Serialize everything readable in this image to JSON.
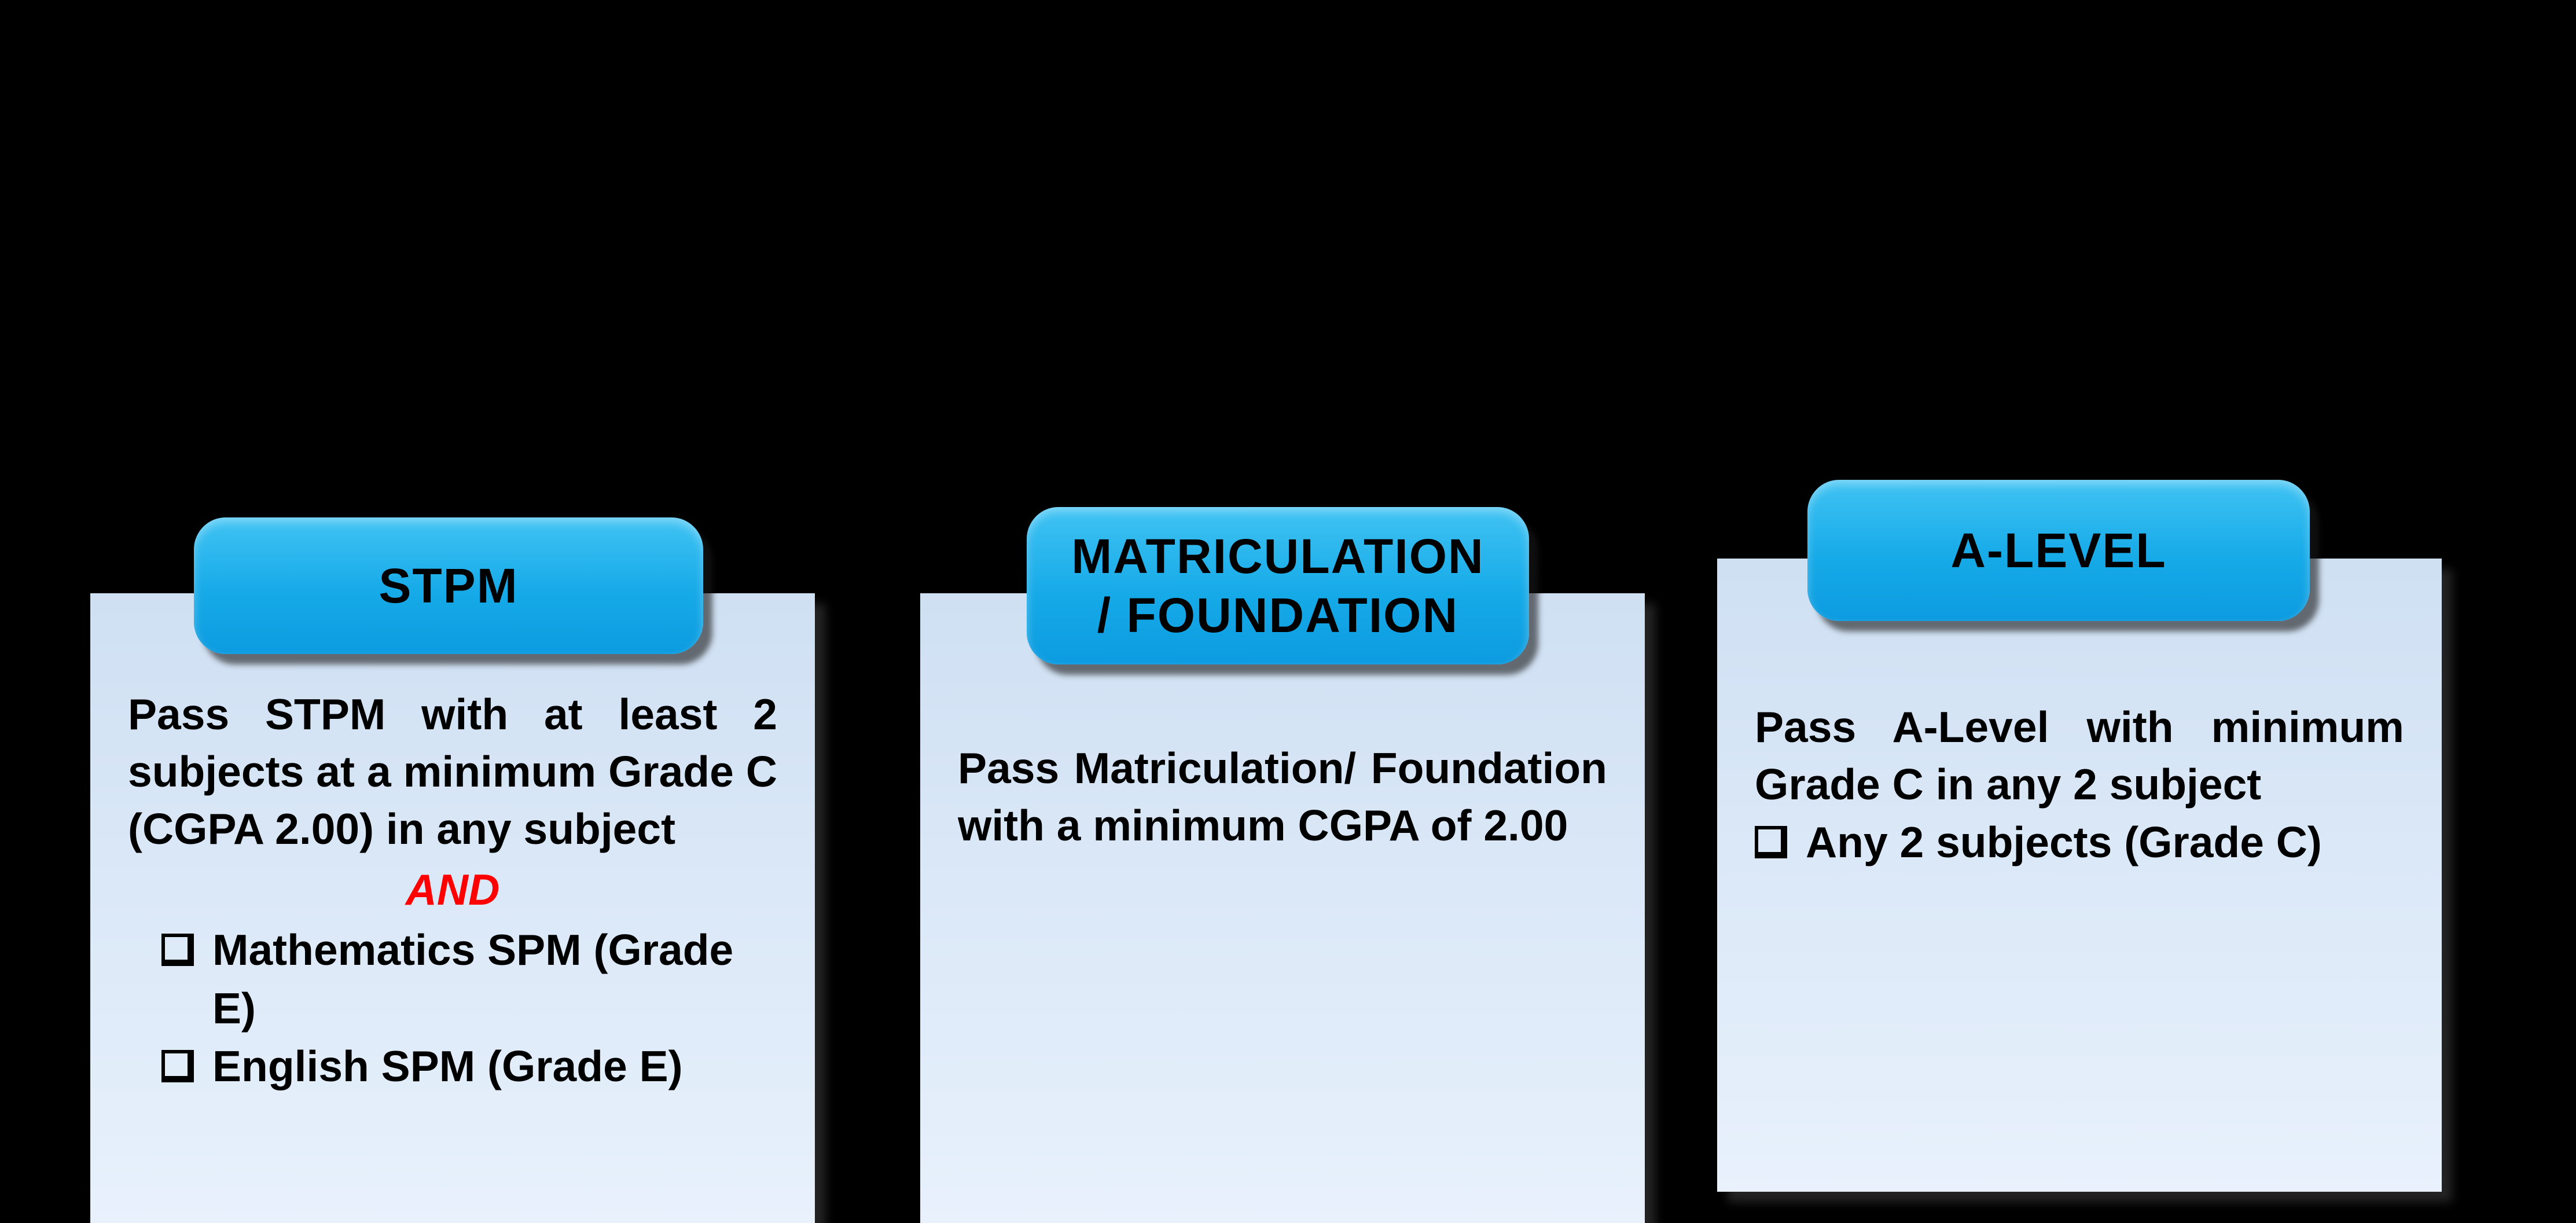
{
  "theme": {
    "page_bg": "#000000",
    "header_blue_top": "#41c3f3",
    "header_blue": "#16aae8",
    "header_blue_dark": "#0c9be0",
    "card_bg_top": "#cfe0f3",
    "card_bg_bottom": "#e8f1fc",
    "text_color": "#000000",
    "and_color": "#ff0000"
  },
  "cards": [
    {
      "header": "STPM",
      "paragraph": "Pass STPM with at least 2 subjects at a minimum Grade C (CGPA 2.00) in any subject",
      "connector": "AND",
      "bullets": [
        "Mathematics SPM (Grade E)",
        "English SPM (Grade E)"
      ]
    },
    {
      "header": "MATRICULATION\n/ FOUNDATION",
      "paragraph": "Pass Matriculation/ Foundation with a minimum CGPA of 2.00",
      "bullets": []
    },
    {
      "header": "A-LEVEL",
      "paragraph": "Pass A-Level with minimum Grade C in any 2 subject",
      "bullets": [
        "Any 2 subjects (Grade C)"
      ]
    }
  ]
}
